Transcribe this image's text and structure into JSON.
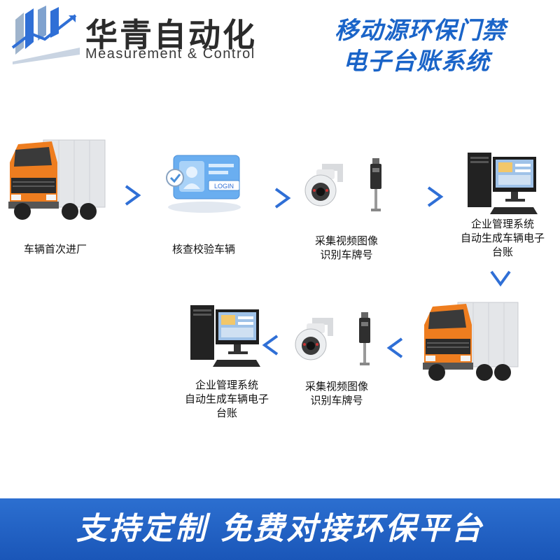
{
  "header": {
    "logo_cn": "华青自动化",
    "logo_en": "Measurement & Control",
    "title_line1": "移动源环保门禁",
    "title_line2": "电子台账系统"
  },
  "flow": {
    "step1": "车辆首次进厂",
    "step2": "核查校验车辆",
    "step2_button": "LOGIN",
    "step3_line1": "采集视频图像",
    "step3_line2": "识别车牌号",
    "step4_line1": "企业管理系统",
    "step4_line2": "自动生成车辆电子",
    "step4_line3": "台账",
    "step5_line1": "采集视频图像",
    "step5_line2": "识别车牌号",
    "step6_line1": "企业管理系统",
    "step6_line2": "自动生成车辆电子",
    "step6_line3": "台账"
  },
  "banner": {
    "text": "支持定制 免费对接环保平台"
  },
  "colors": {
    "accent": "#1a64c8",
    "banner": "#1f5fc4",
    "truck_cab": "#e8781e",
    "arrow": "#2f6fd6"
  }
}
